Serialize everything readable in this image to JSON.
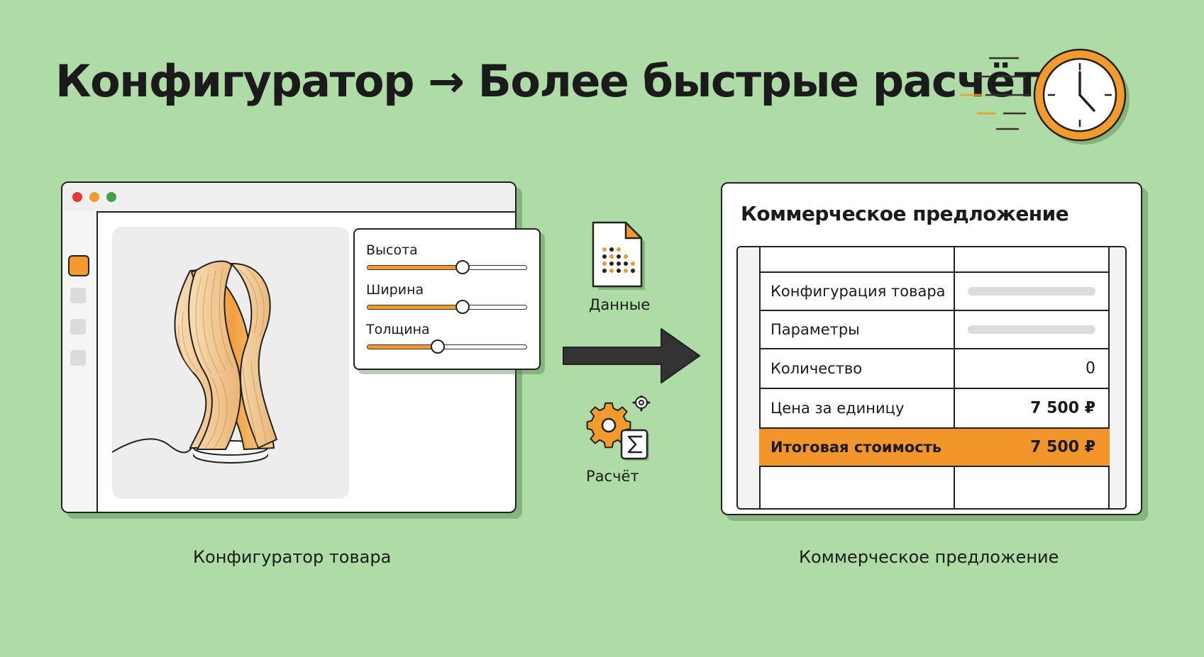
{
  "title": "Конфигуратор → Более быстрые расчёты",
  "colors": {
    "background": "#aedba6",
    "accent": "#f29a2e",
    "outline": "#222222",
    "window_dot_red": "#e53935",
    "window_dot_orange": "#f29a2e",
    "window_dot_green": "#43a047"
  },
  "configurator": {
    "sliders": [
      {
        "label": "Высота",
        "value": 0.6
      },
      {
        "label": "Ширина",
        "value": 0.6
      },
      {
        "label": "Толщина",
        "value": 0.44
      }
    ]
  },
  "flow": {
    "data_label": "Данные",
    "calc_label": "Расчёт"
  },
  "quote": {
    "title": "Коммерческое предложение",
    "rows": [
      {
        "label": "Конфигурация товара",
        "value": ""
      },
      {
        "label": "Параметры",
        "value": ""
      },
      {
        "label": "Количество",
        "value": "0"
      },
      {
        "label": "Цена за единицу",
        "value": "7 500 ₽"
      },
      {
        "label": "Итоговая стоимость",
        "value": "7 500 ₽"
      }
    ]
  },
  "captions": {
    "left": "Конфигуратор товара",
    "right": "Коммерческое предложение"
  },
  "icons": [
    "clock-icon",
    "document-data-icon",
    "arrow-right-icon",
    "gear-icon",
    "sigma-icon",
    "lamp-illustration"
  ]
}
